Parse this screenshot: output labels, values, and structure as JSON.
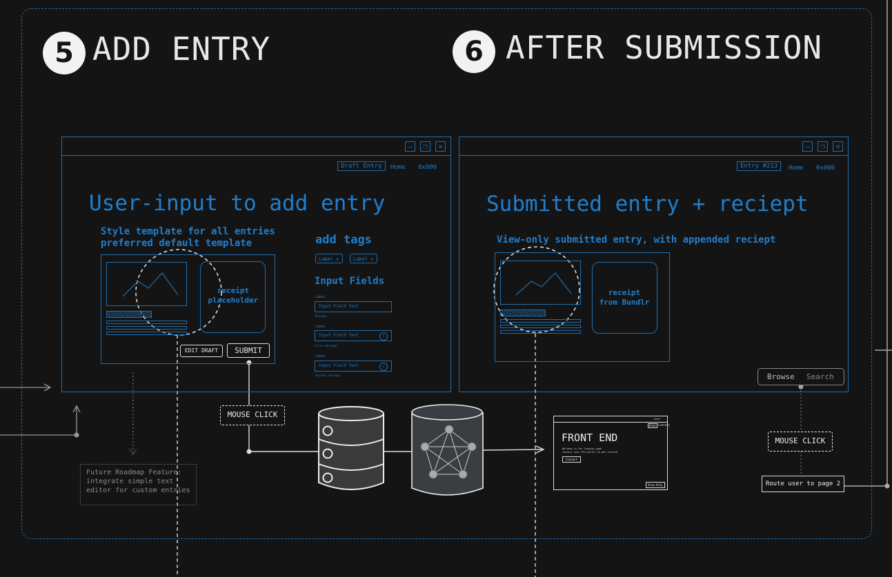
{
  "step5": {
    "number": "5",
    "title": "ADD ENTRY"
  },
  "step6": {
    "number": "6",
    "title": "AFTER SUBMISSION"
  },
  "add_entry_window": {
    "nav": {
      "draft_entry": "Draft Entry",
      "home": "Home",
      "address": "0x000"
    },
    "title": "User-input to add entry",
    "subtitle_line1": "Style template for all entries",
    "subtitle_line2": "preferred default template",
    "receipt_line1": "receipt",
    "receipt_line2": "placeholder",
    "edit_draft_label": "EDIT DRAFT",
    "submit_label": "SUBMIT",
    "tags_heading": "add tags",
    "tags": [
      "Label",
      "Label"
    ],
    "input_fields_heading": "Input Fields",
    "fields": [
      {
        "label": "Label",
        "value": "Input Field Text",
        "hint": "Message"
      },
      {
        "label": "Label",
        "value": "Input Field Text",
        "hint": "Error message"
      },
      {
        "label": "Label",
        "value": "Input Field Text",
        "hint": "Success message"
      }
    ]
  },
  "submitted_window": {
    "nav": {
      "entry_id": "Entry #213",
      "home": "Home",
      "address": "0x000"
    },
    "title": "Submitted entry + reciept",
    "subtitle": "View-only submitted entry, with appended reciept",
    "receipt_line1": "receipt",
    "receipt_line2": "from Bundlr",
    "browse_label": "Browse",
    "search_label": "Search"
  },
  "flow": {
    "mouse_click_1": "MOUSE CLICK",
    "mouse_click_2": "MOUSE CLICK",
    "route_label": "Route user to page 2",
    "roadmap_line1": "Future Roadmap Feature:",
    "roadmap_line2": "integrate simple text",
    "roadmap_line3": "editor for custom entries"
  },
  "front_end": {
    "title": "FRONT END",
    "welcome_line1": "Welcome to the landing page",
    "welcome_line2": "Connect your ETH wallet to get started",
    "connect_label": "Connect",
    "view_only_label": "View-Only",
    "nav_home": "Home",
    "nav_connect": "Connect"
  },
  "colors": {
    "accent_blue": "#1f6fb0",
    "background": "#141414",
    "white": "#f0f0f0"
  }
}
